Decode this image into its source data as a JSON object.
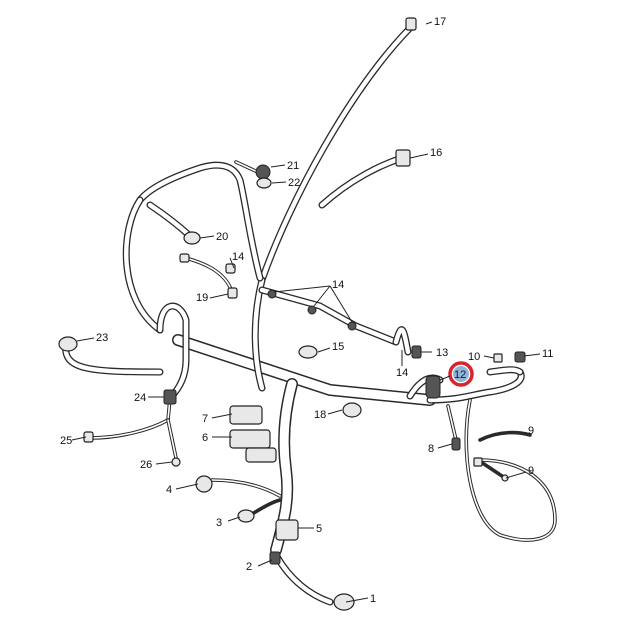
{
  "callouts": [
    {
      "id": "c1",
      "label": "1"
    },
    {
      "id": "c2",
      "label": "2"
    },
    {
      "id": "c3",
      "label": "3"
    },
    {
      "id": "c4",
      "label": "4"
    },
    {
      "id": "c5",
      "label": "5"
    },
    {
      "id": "c6",
      "label": "6"
    },
    {
      "id": "c7",
      "label": "7"
    },
    {
      "id": "c8",
      "label": "8"
    },
    {
      "id": "c9a",
      "label": "9"
    },
    {
      "id": "c9b",
      "label": "9"
    },
    {
      "id": "c10",
      "label": "10"
    },
    {
      "id": "c11",
      "label": "11"
    },
    {
      "id": "c12",
      "label": "12"
    },
    {
      "id": "c13",
      "label": "13"
    },
    {
      "id": "c14a",
      "label": "14"
    },
    {
      "id": "c14b",
      "label": "14"
    },
    {
      "id": "c14c",
      "label": "14"
    },
    {
      "id": "c15",
      "label": "15"
    },
    {
      "id": "c16",
      "label": "16"
    },
    {
      "id": "c17",
      "label": "17"
    },
    {
      "id": "c18",
      "label": "18"
    },
    {
      "id": "c19",
      "label": "19"
    },
    {
      "id": "c20",
      "label": "20"
    },
    {
      "id": "c21",
      "label": "21"
    },
    {
      "id": "c22",
      "label": "22"
    },
    {
      "id": "c23",
      "label": "23"
    },
    {
      "id": "c24",
      "label": "24"
    },
    {
      "id": "c25",
      "label": "25"
    },
    {
      "id": "c26",
      "label": "26"
    }
  ],
  "highlight": {
    "label": "12",
    "ring_color": "#d9242b",
    "fill_color": "#8fb6d9"
  }
}
